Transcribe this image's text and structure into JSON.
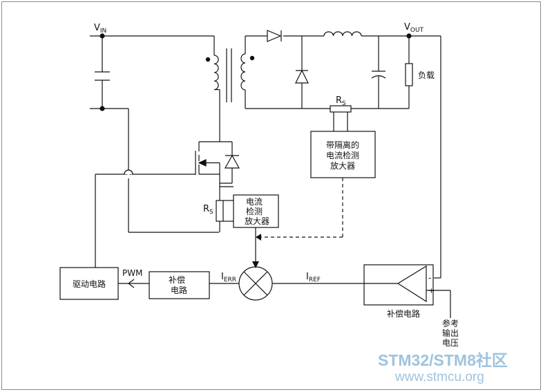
{
  "labels": {
    "vin": {
      "main": "V",
      "sub": "IN"
    },
    "vout": {
      "main": "V",
      "sub": "OUT"
    },
    "load": "负载",
    "rs_top": {
      "main": "R",
      "sub": "S"
    },
    "rs_left": {
      "main": "R",
      "sub": "S"
    },
    "iso_amp": [
      "带隔离的",
      "电流检测",
      "放大器"
    ],
    "amp": [
      "电流",
      "检测",
      "放大器"
    ],
    "driver": "驱动电路",
    "pwm": "PWM",
    "comp_left": [
      "补偿",
      "电路"
    ],
    "ierr": {
      "main": "I",
      "sub": "ERR"
    },
    "iref": {
      "main": "I",
      "sub": "REF"
    },
    "comp_right": "补偿电路",
    "minus": "-",
    "plus": "+",
    "ref_voltage": [
      "参考",
      "输出",
      "电压"
    ]
  },
  "watermark": {
    "brand": "STM32/STM8社区",
    "url": "www.stmcu.org"
  },
  "colors": {
    "line": "#111111",
    "border": "#8a8a8a",
    "watermark": "#9ec3dd"
  }
}
